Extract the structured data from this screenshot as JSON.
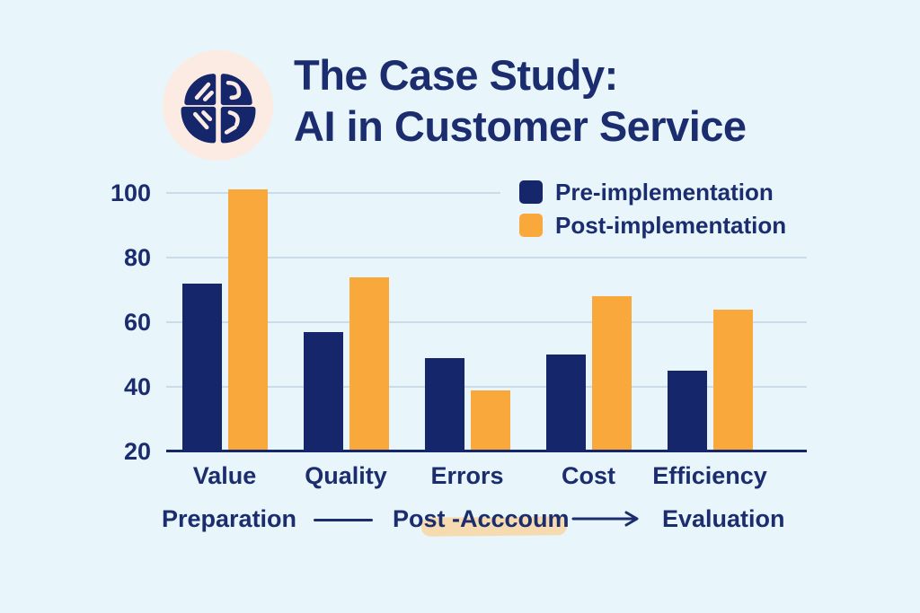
{
  "header": {
    "title_line1": "The Case Study:",
    "title_line2": "AI in Customer Service"
  },
  "chart_data": {
    "type": "bar",
    "title": "The Case Study: AI in Customer Service",
    "categories": [
      "Value",
      "Quality",
      "Errors",
      "Cost",
      "Efficiency"
    ],
    "series": [
      {
        "name": "Pre-implementation",
        "color": "#15266b",
        "values": [
          72,
          57,
          49,
          50,
          45
        ]
      },
      {
        "name": "Post-implementation",
        "color": "#f9a93c",
        "values": [
          101,
          74,
          39,
          68,
          64
        ]
      }
    ],
    "xlabel": "",
    "ylabel": "",
    "ylim": [
      20,
      105
    ],
    "yticks": [
      100,
      80,
      60,
      40,
      20
    ],
    "grid": true,
    "legend_position": "top-right"
  },
  "flow": {
    "steps": [
      "Preparation",
      "Post -Acccoum",
      "Evaluation"
    ],
    "connectors": [
      "line",
      "arrow"
    ]
  },
  "colors": {
    "background": "#e8f5fb",
    "navy": "#1b2d6e",
    "bar_navy": "#15266b",
    "bar_orange": "#f9a93c",
    "gridline": "#c9dce8",
    "logo_circle": "#fcebe2",
    "highlight": "#f9d6a2"
  }
}
